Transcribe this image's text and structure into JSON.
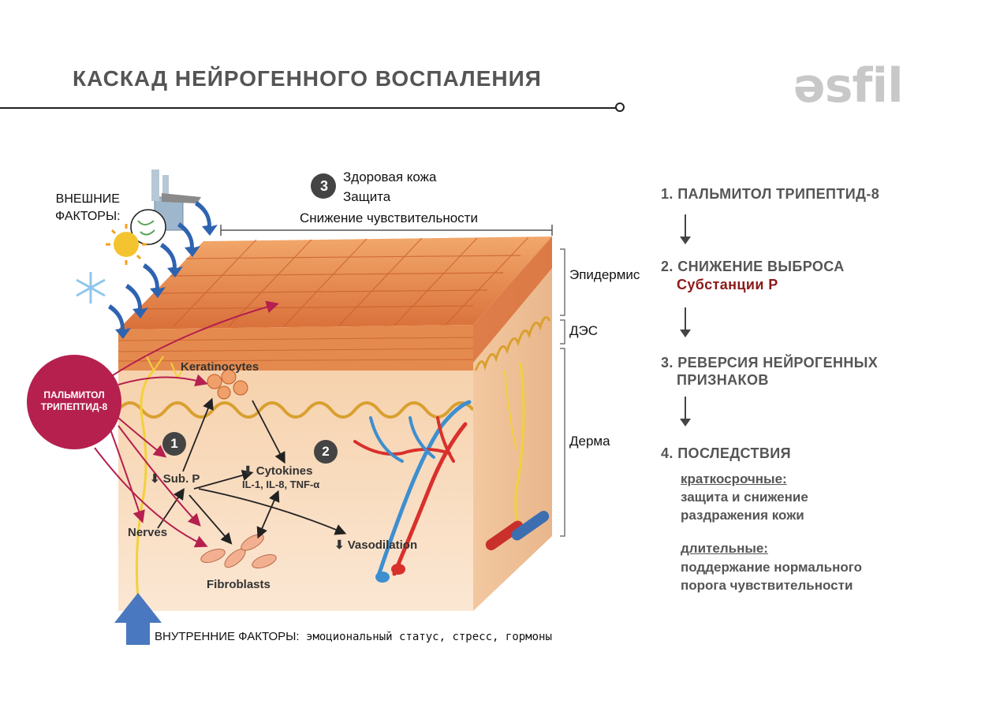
{
  "header": {
    "title": "КАСКАД НЕЙРОГЕННОГО ВОСПАЛЕНИЯ",
    "logo_text": "əsfil"
  },
  "diagram": {
    "external_factors": "ВНЕШНИЕ\nФАКТОРЫ:",
    "step3_badge": "3",
    "healthy_skin": "Здоровая кожа",
    "protection": "Защита",
    "sensitivity_reduction": "Снижение чувствительности",
    "layers": {
      "epidermis": "Эпидермис",
      "des": "ДЭС",
      "dermis": "Дерма"
    },
    "peptide_circle": "ПАЛЬМИТОЛ\nТРИПЕПТИД-8",
    "keratinocytes": "Keratinocytes",
    "badge1": "1",
    "badge2": "2",
    "sub_p": "Sub. P",
    "cytokines": "Cytokines",
    "cytokines_list": "IL-1, IL-8, TNF-α",
    "nerves": "Nerves",
    "vasodilation": "Vasodilation",
    "fibroblasts": "Fibroblasts",
    "internal_factors_label": "ВНУТРЕННИЕ ФАКТОРЫ:",
    "internal_factors_text": " эмоциональный статус, стресс, гормоны",
    "colors": {
      "peptide": "#b5204f",
      "arrow_blue": "#4a78c0",
      "skin_top": "#e8955a",
      "dermis": "#f8dcc0",
      "vessel_red": "#d9302c",
      "vessel_blue": "#3d8fd0",
      "nerve": "#f2d13a"
    }
  },
  "steps": {
    "s1": "1. ПАЛЬМИТОЛ ТРИПЕПТИД-8",
    "s2": "2. СНИЖЕНИЕ ВЫБРОСА",
    "s2_sub": "Субстанции Р",
    "s3_line1": "3. РЕВЕРСИЯ НЕЙРОГЕННЫХ",
    "s3_line2": "ПРИЗНАКОВ",
    "s4": "4. ПОСЛЕДСТВИЯ",
    "short_head": "краткосрочные:",
    "short_line1": "защита и снижение",
    "short_line2": "раздражения кожи",
    "long_head": "длительные:",
    "long_line1": "поддержание нормального",
    "long_line2": "порога чувствительности"
  }
}
